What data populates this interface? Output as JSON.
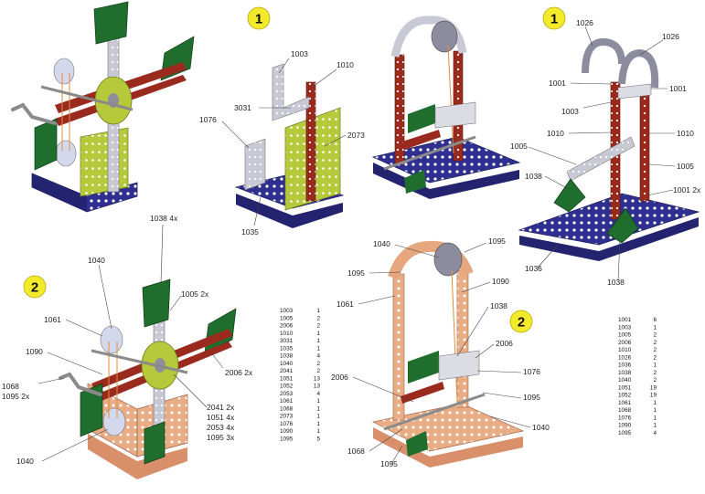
{
  "steps": [
    {
      "id": "top-center",
      "number": "1"
    },
    {
      "id": "top-right",
      "number": "1"
    },
    {
      "id": "bottom-left",
      "number": "2"
    },
    {
      "id": "bottom-center",
      "number": "2"
    }
  ],
  "labels": {
    "center_top": [
      "1003",
      "1010",
      "3031",
      "1076",
      "2073",
      "1035"
    ],
    "right_top": [
      "1026",
      "1026",
      "1001",
      "1001",
      "1003",
      "1010",
      "1010",
      "1005",
      "1005",
      "1038",
      "1001 2x",
      "1036",
      "1038"
    ],
    "left_bottom": [
      "1038 4x",
      "1040",
      "1005 2x",
      "1061",
      "1090",
      "2006 2x",
      "1068",
      "1095 2x",
      "2041 2x",
      "1051 4x",
      "2053 4x",
      "1095 3x",
      "1040"
    ],
    "center_bottom": [
      "1040",
      "1095",
      "1095",
      "1090",
      "1061",
      "1038",
      "2006",
      "1076",
      "2006",
      "1095",
      "1040",
      "1068",
      "1095"
    ]
  },
  "parts_table_1": [
    [
      "1003",
      "1"
    ],
    [
      "1005",
      "2"
    ],
    [
      "2006",
      "2"
    ],
    [
      "1010",
      "1"
    ],
    [
      "3031",
      "1"
    ],
    [
      "1035",
      "1"
    ],
    [
      "1038",
      "4"
    ],
    [
      "1040",
      "2"
    ],
    [
      "2041",
      "2"
    ],
    [
      "1051",
      "13"
    ],
    [
      "1052",
      "13"
    ],
    [
      "2053",
      "4"
    ],
    [
      "1061",
      "1"
    ],
    [
      "1068",
      "1"
    ],
    [
      "2073",
      "1"
    ],
    [
      "1076",
      "1"
    ],
    [
      "1090",
      "1"
    ],
    [
      "1095",
      "5"
    ]
  ],
  "parts_table_2": [
    [
      "1001",
      "6"
    ],
    [
      "1003",
      "1"
    ],
    [
      "1005",
      "2"
    ],
    [
      "2006",
      "2"
    ],
    [
      "1010",
      "2"
    ],
    [
      "1026",
      "2"
    ],
    [
      "1036",
      "1"
    ],
    [
      "1038",
      "2"
    ],
    [
      "1040",
      "2"
    ],
    [
      "1051",
      "19"
    ],
    [
      "1052",
      "19"
    ],
    [
      "1061",
      "1"
    ],
    [
      "1068",
      "1"
    ],
    [
      "1076",
      "1"
    ],
    [
      "1090",
      "1"
    ],
    [
      "1095",
      "4"
    ]
  ],
  "colors": {
    "base_blue": "#2f2f8f",
    "strip_red": "#9b2a1e",
    "lime_plate": "#b6c93a",
    "green_plate": "#1f6e2e",
    "silver": "#c9c9d6",
    "copper": "#e6a77f",
    "step_badge": "#f3ea2a"
  }
}
